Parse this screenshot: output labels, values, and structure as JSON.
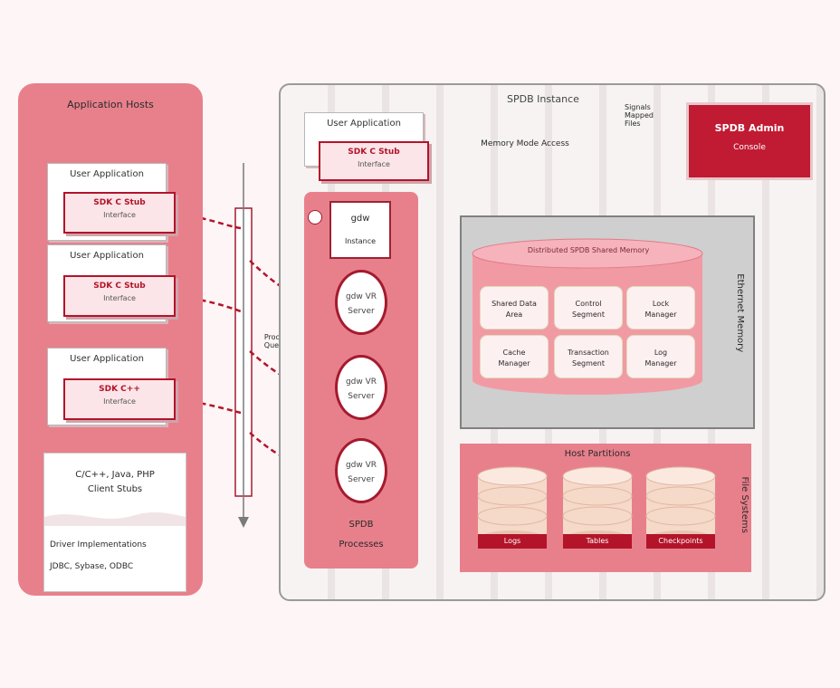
{
  "app_hosts": {
    "title": "Application Hosts",
    "user_apps": [
      {
        "title": "User Application",
        "stub_l1": "SDK C Stub",
        "stub_l2": "Interface"
      },
      {
        "title": "User Application",
        "stub_l1": "SDK C Stub",
        "stub_l2": "Interface"
      },
      {
        "title": "User Application",
        "stub_l1": "SDK C++",
        "stub_l2": "Interface"
      }
    ],
    "client_doc": {
      "line1": "C/C++, Java, PHP",
      "line2": "Client Stubs",
      "line3": "Driver Implementations",
      "line4": "JDBC, Sybase, ODBC"
    }
  },
  "instance": {
    "title": "SPDB Instance",
    "user_app": {
      "title": "User Application",
      "stub_l1": "SDK C Stub",
      "stub_l2": "Interface"
    },
    "memory_mode": "Memory Mode Access",
    "signals": "Signals\nMapped\nFiles",
    "admin": {
      "title": "SPDB Admin",
      "subtitle": "Console"
    },
    "spdb_box": {
      "title": "SPDB",
      "subtitle": "Processes"
    },
    "gdw": {
      "title": "gdw",
      "subtitle": "Instance"
    },
    "rings": [
      {
        "t1": "gdw VR",
        "t2": "Server"
      },
      {
        "t1": "gdw VR",
        "t2": "Server"
      },
      {
        "t1": "gdw VR",
        "t2": "Server"
      }
    ],
    "side_label": "Process\nQueues",
    "ethernet": {
      "label": "Ethernet Memory",
      "drum_label": "Distributed SPDB Shared Memory",
      "cells": [
        {
          "t1": "Shared Data",
          "t2": "Area"
        },
        {
          "t1": "Control",
          "t2": "Segment"
        },
        {
          "t1": "Lock",
          "t2": "Manager"
        },
        {
          "t1": "Cache",
          "t2": "Manager"
        },
        {
          "t1": "Transaction",
          "t2": "Segment"
        },
        {
          "t1": "Log",
          "t2": "Manager"
        }
      ]
    },
    "file_systems": {
      "label": "File Systems",
      "title": "Host Partitions",
      "stacks": [
        {
          "label": "Logs"
        },
        {
          "label": "Tables"
        },
        {
          "label": "Checkpoints"
        }
      ]
    }
  },
  "colors": {
    "brand": "#b3142a",
    "panel": "#e8808c",
    "console": "#c01b32",
    "bg": "#fdf5f6"
  }
}
